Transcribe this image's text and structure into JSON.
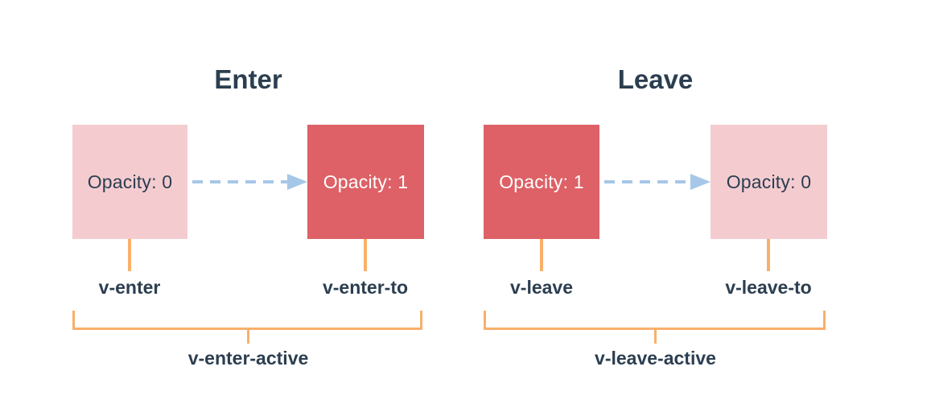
{
  "diagram": {
    "colors": {
      "background": "#ffffff",
      "box_faded": "#f4ccd0",
      "box_solid": "#dd6166",
      "connector": "#f8b06a",
      "arrow": "#a6c7e7",
      "text_dark": "#2c3e50",
      "text_light": "#ffffff"
    },
    "sections": [
      {
        "title": "Enter",
        "start_box": {
          "label": "Opacity: 0",
          "style": "faded"
        },
        "end_box": {
          "label": "Opacity: 1",
          "style": "solid"
        },
        "start_label": "v-enter",
        "end_label": "v-enter-to",
        "active_label": "v-enter-active"
      },
      {
        "title": "Leave",
        "start_box": {
          "label": "Opacity: 1",
          "style": "solid"
        },
        "end_box": {
          "label": "Opacity: 0",
          "style": "faded"
        },
        "start_label": "v-leave",
        "end_label": "v-leave-to",
        "active_label": "v-leave-active"
      }
    ]
  }
}
